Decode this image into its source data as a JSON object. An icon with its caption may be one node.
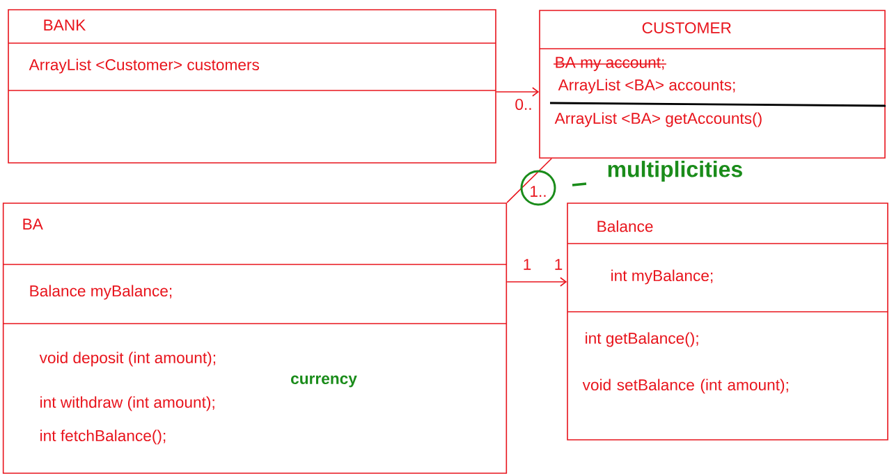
{
  "diagram": {
    "nodes": [
      {
        "text": [
          "BANK",
          "ArrayList <Customer> customers"
        ]
      },
      {
        "text": [
          "CUSTOMER",
          "BA my account;",
          "ArrayList <BA> accounts;",
          "ArrayList <BA> getAccounts()"
        ]
      },
      {
        "text": [
          "BA",
          "Balance myBalance;",
          "void deposit (int amount);",
          "int withdraw (int amount);",
          "int fetchBalance();"
        ]
      },
      {
        "text": [
          "Balance",
          "int myBalance;",
          "int getBalance();",
          "void setBalance (int amount);"
        ]
      }
    ],
    "edges": [
      {
        "from": 0,
        "to": 1,
        "arrow": "to",
        "label": "0.."
      },
      {
        "from": 1,
        "to": 2,
        "arrow": "none",
        "label": "1.."
      },
      {
        "from": 2,
        "to": 3,
        "arrow": "to",
        "label": "1"
      }
    ],
    "labels": [
      "1",
      "multiplicities",
      "currency"
    ]
  }
}
